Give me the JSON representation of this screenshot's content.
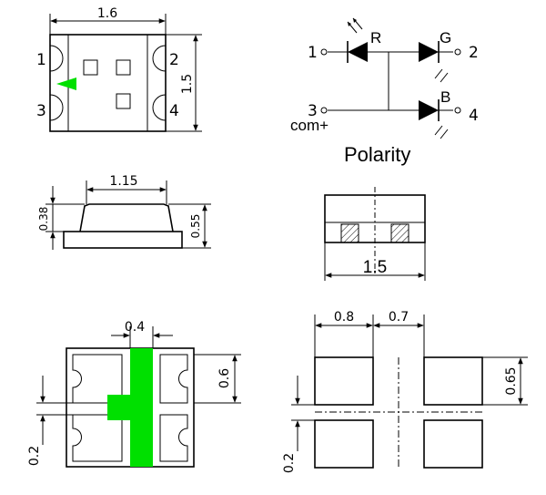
{
  "top_view": {
    "width_label": "1.6",
    "height_label": "1.5",
    "pins": [
      "1",
      "2",
      "3",
      "4"
    ]
  },
  "schematic": {
    "pins": [
      "1",
      "2",
      "3",
      "4"
    ],
    "led_labels": [
      "R",
      "G",
      "B"
    ],
    "common_label": "com+",
    "title": "Polarity"
  },
  "side_view": {
    "top_width_label": "1.15",
    "dome_height_label": "0.38",
    "total_height_label": "0.55"
  },
  "end_view": {
    "width_label": "1.5"
  },
  "bottom_view": {
    "strip_width_label": "0.4",
    "pad_height_label": "0.6",
    "gap_label": "0.2"
  },
  "land_pattern": {
    "pad_width_label": "0.8",
    "pitch_label": "0.7",
    "pad_height_label": "0.65",
    "gap_label": "0.2"
  },
  "colors": {
    "marking_green": "#00e000",
    "hatch": "#000000"
  }
}
